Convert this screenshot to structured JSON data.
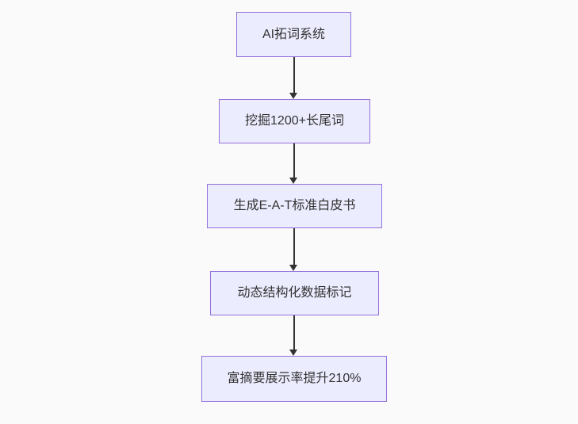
{
  "diagram": {
    "type": "flowchart",
    "direction": "top-down",
    "colors": {
      "background": "#fafafa",
      "node_fill": "#ECECFF",
      "node_border": "#9370DB",
      "text": "#333333",
      "arrow": "#333333"
    },
    "nodes": [
      {
        "id": "A",
        "label": "AI拓词系统"
      },
      {
        "id": "B",
        "label": "挖掘1200+长尾词"
      },
      {
        "id": "C",
        "label": "生成E-A-T标准白皮书"
      },
      {
        "id": "D",
        "label": "动态结构化数据标记"
      },
      {
        "id": "E",
        "label": "富摘要展示率提升210%"
      }
    ],
    "edges": [
      {
        "from": "A",
        "to": "B"
      },
      {
        "from": "B",
        "to": "C"
      },
      {
        "from": "C",
        "to": "D"
      },
      {
        "from": "D",
        "to": "E"
      }
    ]
  }
}
